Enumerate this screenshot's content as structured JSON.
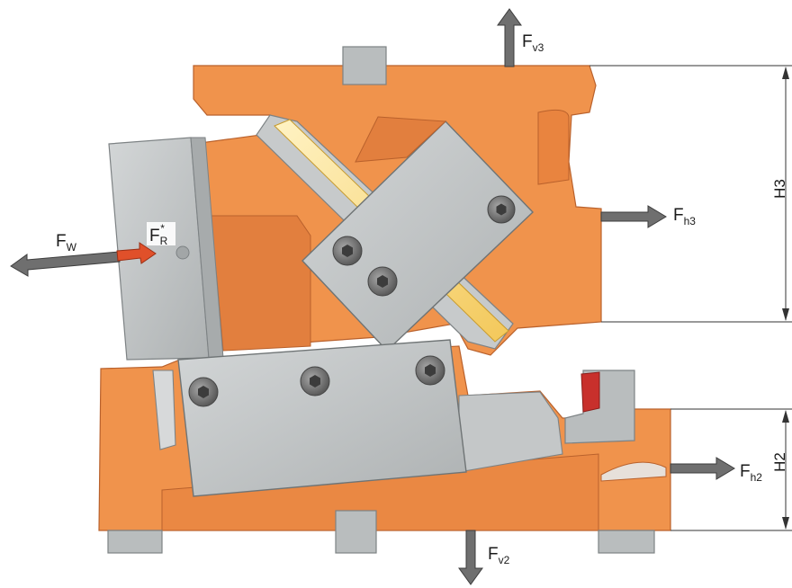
{
  "colors": {
    "housing": "#f0934c",
    "housing_dark": "#d9773a",
    "housing_edge": "#b9612c",
    "steel": "#b9bdbe",
    "steel_light": "#cdd0d1",
    "steel_edge": "#7d8284",
    "slide_yellow": "#f7d36a",
    "arrow": "#6f6f6f",
    "arrow_red": "#e0502a",
    "red_block": "#c8302c"
  },
  "icons": [
    "hex-socket-screw-icon",
    "force-arrow-icon"
  ],
  "labels": {
    "fv3": {
      "main": "F",
      "sub": "v3"
    },
    "fh3": {
      "main": "F",
      "sub": "h3"
    },
    "fw": {
      "main": "F",
      "sub": "W"
    },
    "fr": {
      "main": "F",
      "sub": "R",
      "sup": "*"
    },
    "fh2": {
      "main": "F",
      "sub": "h2"
    },
    "fv2": {
      "main": "F",
      "sub": "v2"
    }
  },
  "dimensions": {
    "h3": "H3",
    "h2": "H2"
  }
}
